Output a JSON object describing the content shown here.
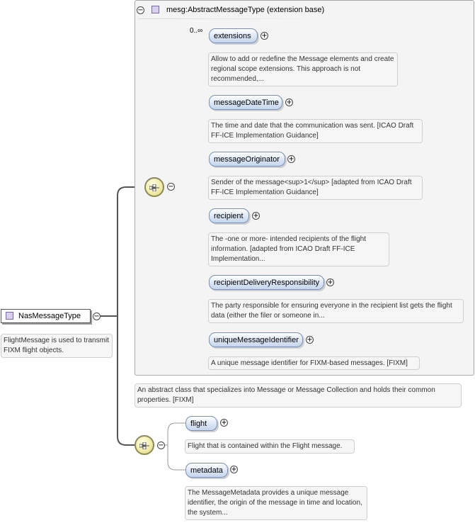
{
  "root": {
    "name": "NasMessageType",
    "doc": "FlightMessage is used to transmit FIXM flight objects."
  },
  "extension": {
    "title": "mesg:AbstractMessageType (extension base)",
    "doc": "An abstract class that specializes into Message or Message Collection and holds their common properties. [FIXM]"
  },
  "base_elements": [
    {
      "name": "extensions",
      "multiplicity": "0..∞",
      "doc": "Allow to add or redefine the Message elements and create regional scope extensions. This approach is not recommended,..."
    },
    {
      "name": "messageDateTime",
      "multiplicity": "",
      "doc": "The time and date that the communication was sent. [ICAO Draft FF-ICE Implementation Guidance]"
    },
    {
      "name": "messageOriginator",
      "multiplicity": "",
      "doc": "Sender of the message<sup>1</sup> [adapted from ICAO Draft FF-ICE Implementation Guidance]"
    },
    {
      "name": "recipient",
      "multiplicity": "",
      "doc": "The -one or more- intended recipients of the flight information. [adapted from ICAO Draft FF-ICE Implementation..."
    },
    {
      "name": "recipientDeliveryResponsibility",
      "multiplicity": "",
      "doc": "The party responsible for ensuring everyone in the recipient list gets the flight data (either the filer or someone in..."
    },
    {
      "name": "uniqueMessageIdentifier",
      "multiplicity": "",
      "doc": "A unique message identifier for FIXM-based messages. [FIXM]"
    }
  ],
  "own_elements": [
    {
      "name": "flight",
      "doc": "Flight that is contained within the Flight message."
    },
    {
      "name": "metadata",
      "doc": "The MessageMetadata provides a unique message identifier, the origin of the message in time and location, the system..."
    }
  ],
  "symbols": {
    "expand": "+",
    "collapse": "−"
  },
  "colors": {
    "element_fill": "#dbe6f6",
    "element_border": "#7a8fb5",
    "sequence_fill": "#f2eaa4",
    "group_bg": "#f4f4f4",
    "type_icon": "#d8cfee"
  }
}
